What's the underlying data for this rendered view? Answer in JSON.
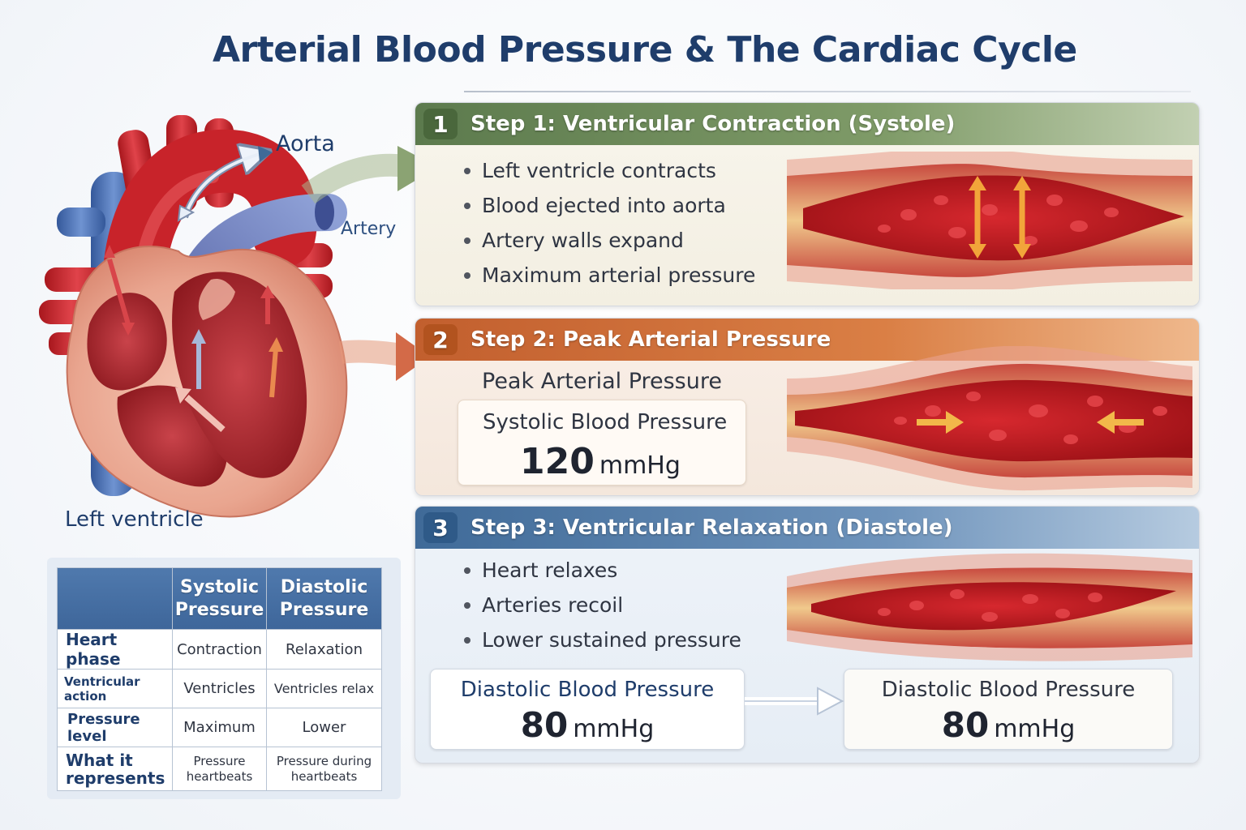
{
  "title": "Arterial Blood Pressure & The Cardiac Cycle",
  "labels": {
    "aorta": "Aorta",
    "artery": "Artery",
    "left_ventricle": "Left ventricle"
  },
  "steps": [
    {
      "number": "1",
      "heading": "Step 1: Ventricular Contraction (Systole)",
      "bullets": [
        "Left ventricle contracts",
        "Blood ejected into aorta",
        "Artery walls expand",
        "Maximum arterial pressure"
      ]
    },
    {
      "number": "2",
      "heading": "Step 2: Peak Arterial Pressure",
      "subheading": "Peak Arterial Pressure",
      "box_title": "Systolic Blood Pressure",
      "box_value": "120",
      "box_unit": "mmHg"
    },
    {
      "number": "3",
      "heading": "Step 3: Ventricular Relaxation (Diastole)",
      "bullets": [
        "Heart relaxes",
        "Arteries recoil",
        "Lower sustained pressure"
      ],
      "box_a_title": "Diastolic Blood Pressure",
      "box_a_value": "80",
      "box_a_unit": "mmHg",
      "box_b_title": "Diastolic Blood Pressure",
      "box_b_value": "80",
      "box_b_unit": "mmHg"
    }
  ],
  "table": {
    "headers": [
      "",
      "Systolic Pressure",
      "Diastolic Pressure"
    ],
    "header_lines": [
      [
        "Systolic",
        "Pressure"
      ],
      [
        "Diastolic",
        "Pressure"
      ]
    ],
    "rows": [
      {
        "label": "Heart phase",
        "systolic": "Contraction",
        "diastolic": "Relaxation"
      },
      {
        "label": "Ventricular action",
        "systolic": "Ventricles",
        "diastolic": "Ventricles relax"
      },
      {
        "label": "Pressure level",
        "systolic": "Maximum",
        "diastolic": "Lower"
      },
      {
        "label": "What it represents",
        "label_lines": [
          "What it",
          "represents"
        ],
        "systolic_lines": [
          "Pressure",
          "heartbeats"
        ],
        "diastolic_lines": [
          "Pressure during",
          "heartbeats"
        ]
      }
    ]
  },
  "colors": {
    "title": "#1f3d6b",
    "step1": "#5c7a4d",
    "step2": "#c25f2e",
    "step3": "#3f6a98",
    "blood": "#c8232a",
    "vein": "#4a6fb3"
  }
}
